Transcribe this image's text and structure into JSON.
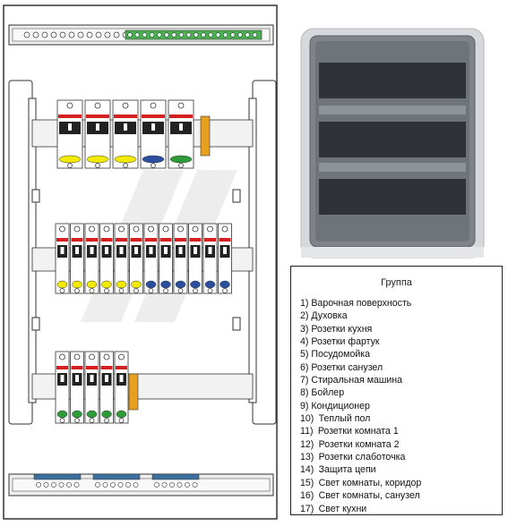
{
  "legend": {
    "title": "Группа",
    "items": [
      "1) Варочная поверхность",
      "2) Духовка",
      "3) Розетки кухня",
      "4) Розетки фартук",
      "5) Посудомойка",
      "6) Розетки санузел",
      "7) Стиральная машина",
      "8) Бойлер",
      "9) Кондиционер",
      "10) Теплый пол",
      "11) Розетки комната 1",
      "12) Розетки комната 2",
      "13) Розетки слаботочка",
      "14) Защита цепи",
      "15) Свет комнаты, коридор",
      "16) Свет комнаты, санузел",
      "17) Свет кухни"
    ]
  },
  "colors": {
    "frame": "#333333",
    "rail": "#d9d9d9",
    "breaker_red": "#d42020",
    "breaker_green": "#2f9a3a",
    "breaker_blue": "#2b4f9e",
    "breaker_yellow": "#f2ea00",
    "busbar_orange": "#e8a020",
    "bus_green": "#4caf50",
    "bus_blue": "#3d6f9e"
  },
  "icons": [
    "circuit-breaker-icon",
    "din-rail-icon",
    "busbar-icon",
    "cabinet-enclosure-icon"
  ]
}
